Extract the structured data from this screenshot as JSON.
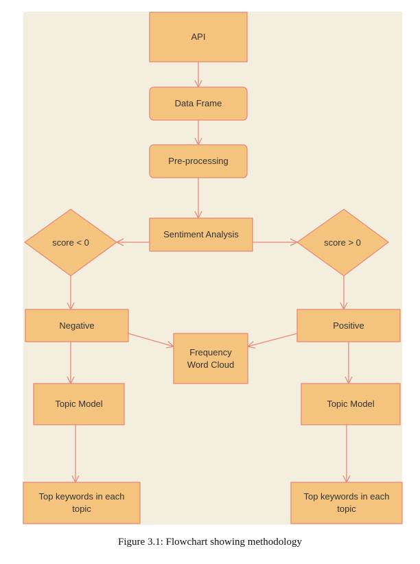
{
  "colors": {
    "background": "#f3eedd",
    "node_fill": "#f4c47e",
    "node_stroke": "#e8897a",
    "edge": "#e8897a",
    "text": "#333333"
  },
  "nodes": {
    "api": "API",
    "data_frame": "Data Frame",
    "preprocessing": "Pre-processing",
    "sentiment": "Sentiment Analysis",
    "score_neg": "score < 0",
    "score_pos": "score >  0",
    "negative": "Negative",
    "positive": "Positive",
    "frequency": [
      "Frequency",
      "Word Cloud"
    ],
    "topic_neg": "Topic Model",
    "topic_pos": "Topic Model",
    "keywords_neg": [
      "Top keywords in each",
      "topic"
    ],
    "keywords_pos": [
      "Top keywords in each",
      "topic"
    ]
  },
  "caption": "Figure 3.1: Flowchart showing methodology"
}
